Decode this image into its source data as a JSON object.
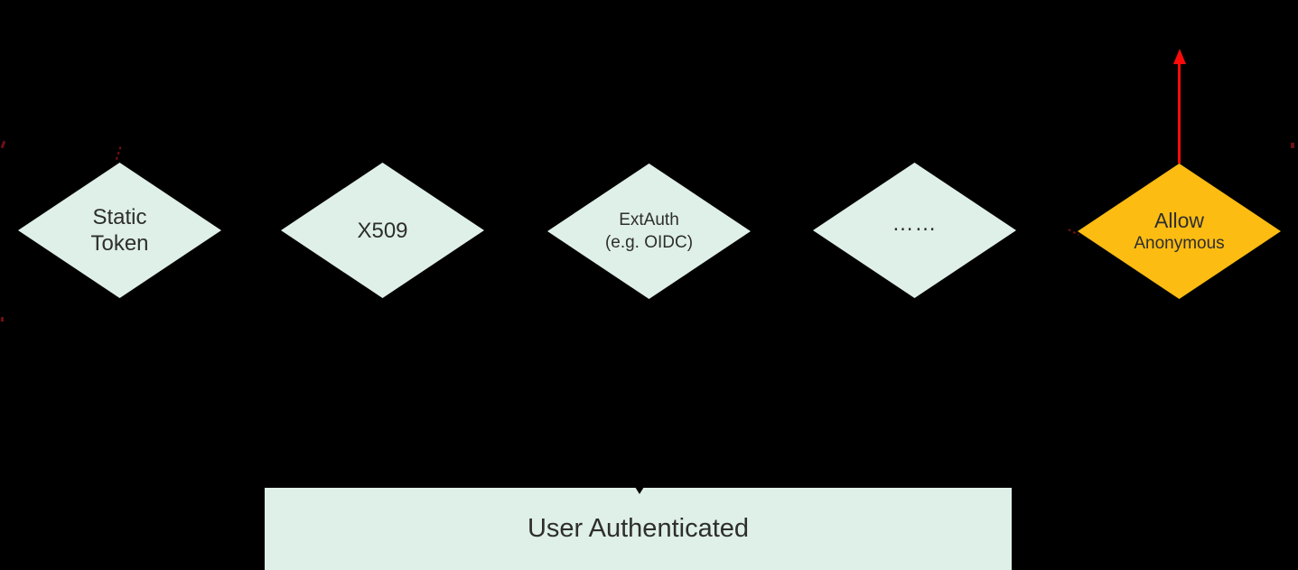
{
  "diagram": {
    "background_color": "#000000",
    "description": "Authentication flow diagram: authenticator diamonds leading to a User Authenticated result box",
    "nodes": [
      {
        "id": "static-token",
        "shape": "diamond",
        "fill": "#dff0e8",
        "line1": "Static",
        "line2": "Token"
      },
      {
        "id": "x509",
        "shape": "diamond",
        "fill": "#dff0e8",
        "line1": "X509"
      },
      {
        "id": "extauth",
        "shape": "diamond",
        "fill": "#dff0e8",
        "line1": "ExtAuth",
        "line2": "(e.g. OIDC)"
      },
      {
        "id": "ellipsis",
        "shape": "diamond",
        "fill": "#dff0e8",
        "line1": "……"
      },
      {
        "id": "allow-anonymous",
        "shape": "diamond",
        "fill": "#fcbc12",
        "line1": "Allow",
        "line2": "Anonymous"
      }
    ],
    "result_box": {
      "label": "User Authenticated",
      "fill": "#dff0e8"
    },
    "arrow": {
      "from_node": "allow-anonymous",
      "direction": "up",
      "color": "#fb0a0a"
    },
    "colors": {
      "node_fill_mint": "#dff0e8",
      "node_fill_highlight": "#fcbc12",
      "arrow_red": "#fb0a0a",
      "text": "#2e2e2e",
      "background": "#000000"
    }
  }
}
